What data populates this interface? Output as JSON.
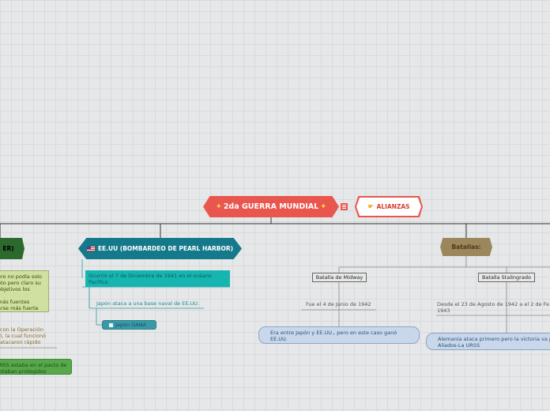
{
  "central": {
    "label": "2da GUERRA MUNDIAL",
    "star_icon": "sparkle-icon",
    "note_icon": "note-icon"
  },
  "alianzas": {
    "label": "ALIANZAS",
    "icon": "pointing-hand-icon"
  },
  "left_branch": {
    "title": "ER)",
    "green_note": [
      "ero no podía solo",
      "pto pero claro su",
      "objetivos los",
      "",
      "más fuentes",
      "arse más fuerte"
    ],
    "gold_note": [
      "con la Operación",
      "), la cual funcionó",
      "atacaron rápido"
    ],
    "green_pill": [
      "RSS estaba en el pacto de",
      "otaban protegidos"
    ]
  },
  "eeuu": {
    "label": "EE.UU (BOMBARDEO DE PEARL HARBOR)",
    "flag_icon": "us-flag-icon",
    "date_note": [
      "Ocurrió el 7 de Diciembre de 1941 en el océano",
      "Pacífico"
    ],
    "attack": "Japón ataca a una base naval de EE.UU.",
    "result": "Japón GANA"
  },
  "batallas": {
    "label": "Batallas:",
    "midway": {
      "title": "Batalla de Midway",
      "date": "Fue el 4 de Junio de 1942",
      "note": [
        "Era entre Japón y EE.UU., pero en este caso ganó",
        "EE.UU."
      ]
    },
    "stalingrado": {
      "title": "Batalla Stalingrado",
      "date": [
        "Desde el 23 de Agosto de 1942 a  el 2 de Fe",
        "1943"
      ],
      "note": [
        "Alemania ataca primero pero la victoria va p",
        "Aliados-La URSS"
      ]
    }
  },
  "colors": {
    "central": "#e8564e",
    "eeuu": "#14798a",
    "batallas": "#9c875c",
    "left": "#2b6a2c"
  }
}
